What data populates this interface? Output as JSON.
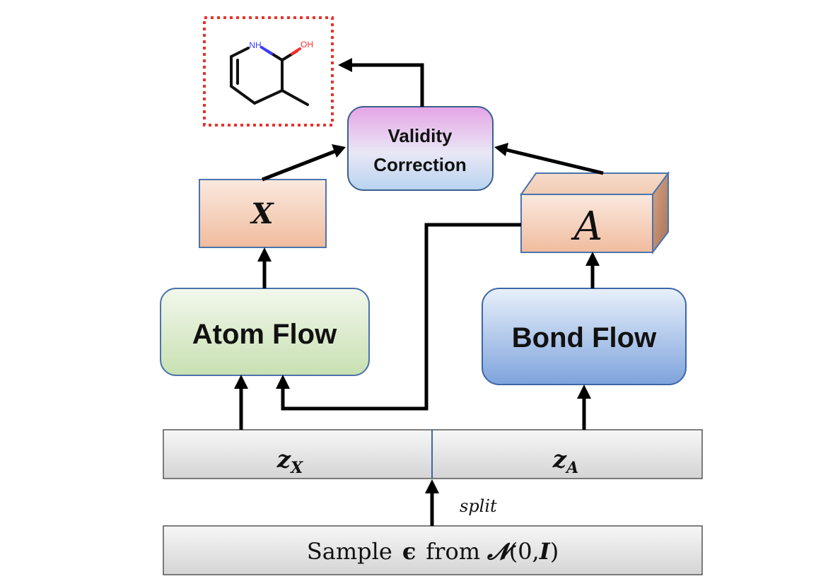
{
  "molecule": {
    "atom_nh": "NH",
    "atom_oh": "OH"
  },
  "validity_correction": {
    "line1": "Validity",
    "line2": "Correction"
  },
  "x_box": {
    "label": "X"
  },
  "a_box": {
    "label": "A"
  },
  "atom_flow": {
    "label": "Atom Flow"
  },
  "bond_flow": {
    "label": "Bond Flow"
  },
  "latent": {
    "zx_base": "z",
    "zx_sub": "X",
    "za_base": "z",
    "za_sub": "A"
  },
  "split_label": "split",
  "sample": {
    "prefix": "Sample",
    "epsilon": "ϵ",
    "from": "from",
    "dist": "𝓝",
    "args_open": "(0,",
    "args_I": "I",
    "args_close": ")"
  },
  "colors": {
    "dotted_border": "#e8322a",
    "arrow": "#000000",
    "nh_color": "#3b3bff",
    "oh_color": "#ff2a2a"
  }
}
